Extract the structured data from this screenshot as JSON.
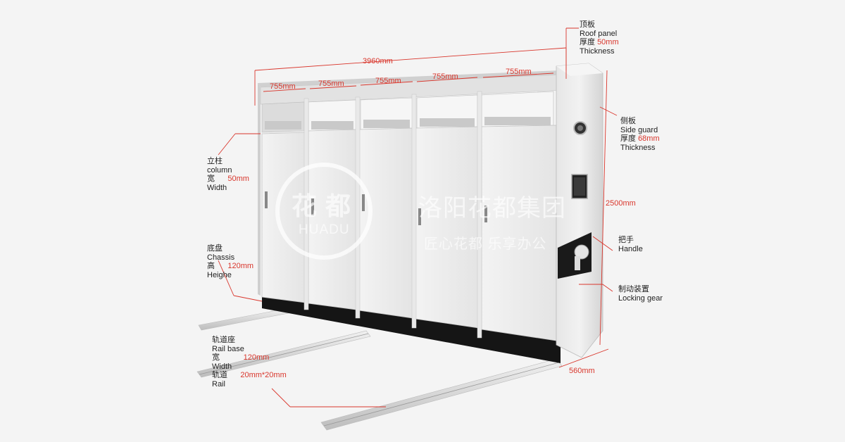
{
  "dimensions": {
    "total_width": "3960mm",
    "bay_widths": [
      "755mm",
      "755mm",
      "755mm",
      "755mm",
      "755mm"
    ],
    "height": "2500mm",
    "depth": "560mm"
  },
  "callouts": {
    "roof_panel": {
      "cn": "顶板",
      "en": "Roof panel",
      "thick_cn": "厚度",
      "thick_val": "50mm",
      "thick_en": "Thickness"
    },
    "side_guard": {
      "cn": "侧板",
      "en": "Side guard",
      "thick_cn": "厚度",
      "thick_val": "68mm",
      "thick_en": "Thickness"
    },
    "column": {
      "cn": "立柱",
      "en": "column",
      "width_cn": "宽",
      "width_val": "50mm",
      "width_en": "Width"
    },
    "chassis": {
      "cn": "底盘",
      "en": "Chassis",
      "height_cn": "高",
      "height_val": "120mm",
      "height_en": "Heighe"
    },
    "handle": {
      "cn": "把手",
      "en": "Handle"
    },
    "locking_gear": {
      "cn": "制动装置",
      "en": "Locking gear"
    },
    "rail_base": {
      "cn": "轨道座",
      "en": "Rail base",
      "width_cn": "宽",
      "width_val": "120mm",
      "width_en": "Width",
      "rail_cn": "轨道",
      "rail_val": "20mm*20mm",
      "rail_en": "Rail"
    }
  },
  "watermark": {
    "logo_cn": "花 都",
    "logo_en": "HUADU",
    "company": "洛阳花都集团",
    "slogan": "匠心花都   乐享办公"
  },
  "colors": {
    "accent": "#d9362c",
    "leader": "#d9362c",
    "text": "#222222"
  }
}
